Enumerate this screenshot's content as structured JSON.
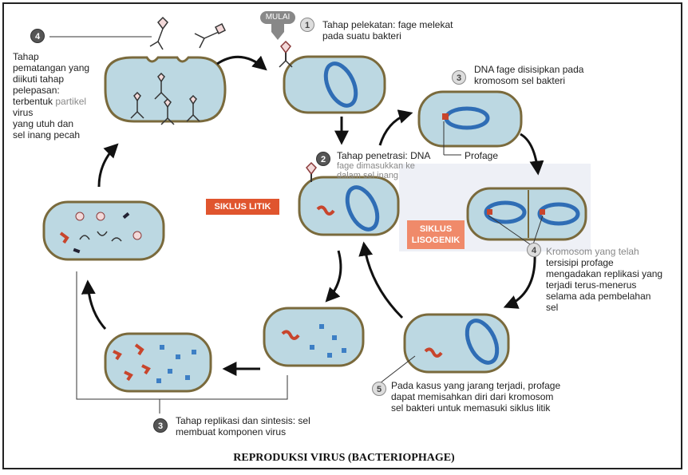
{
  "title": "REPRODUKSI VIRUS (BACTERIOPHAGE)",
  "start_label": "MULAI",
  "cycle_labels": {
    "lytic": "SIKLUS LITIK",
    "lysogenic_line1": "SIKLUS",
    "lysogenic_line2": "LISOGENIK"
  },
  "steps": {
    "s1": {
      "num": "1",
      "text_line1": "Tahap pelekatan: fage melekat",
      "text_line2": "pada suatu bakteri"
    },
    "s2": {
      "num": "2",
      "text_line1": "Tahap penetrasi: DNA",
      "text_line2": "fage dimasukkan ke",
      "text_line3": "dalam sel inang"
    },
    "s3a": {
      "num": "3",
      "text_line1": "DNA fage disisipkan pada",
      "text_line2": "kromosom sel bakteri",
      "profage": "Profage"
    },
    "s3b": {
      "num": "3",
      "text_line1": "Tahap replikasi dan sintesis: sel",
      "text_line2": "membuat komponen virus"
    },
    "s4a": {
      "num": "4",
      "l1": "Tahap",
      "l2": "pematangan yang",
      "l3": "diikuti tahap",
      "l4": "pelepasan:",
      "l5a": "terbentuk ",
      "l5b": "partikel",
      "l6": "virus",
      "l7": "yang utuh dan",
      "l8": "sel inang pecah"
    },
    "s4b": {
      "num": "4",
      "l1": "Kromosom yang telah",
      "l2": "tersisipi profage",
      "l3": "mengadakan replikasi yang",
      "l4": "terjadi terus-menerus",
      "l5": "selama ada pembelahan",
      "l6": "sel"
    },
    "s5": {
      "num": "5",
      "l1": "Pada kasus yang jarang terjadi, profage",
      "l2": "dapat memisahkan diri dari kromosom",
      "l3": "sel bakteri untuk memasuki siklus litik"
    }
  },
  "colors": {
    "cell_fill": "#bcd8e2",
    "cell_wall": "#7a6a3c",
    "dna_loop": "#2f6db5",
    "phage_dna": "#c8452c",
    "lytic_badge": "#e0552e",
    "lysogenic_badge": "#f08a6a",
    "arrow": "#111111"
  }
}
